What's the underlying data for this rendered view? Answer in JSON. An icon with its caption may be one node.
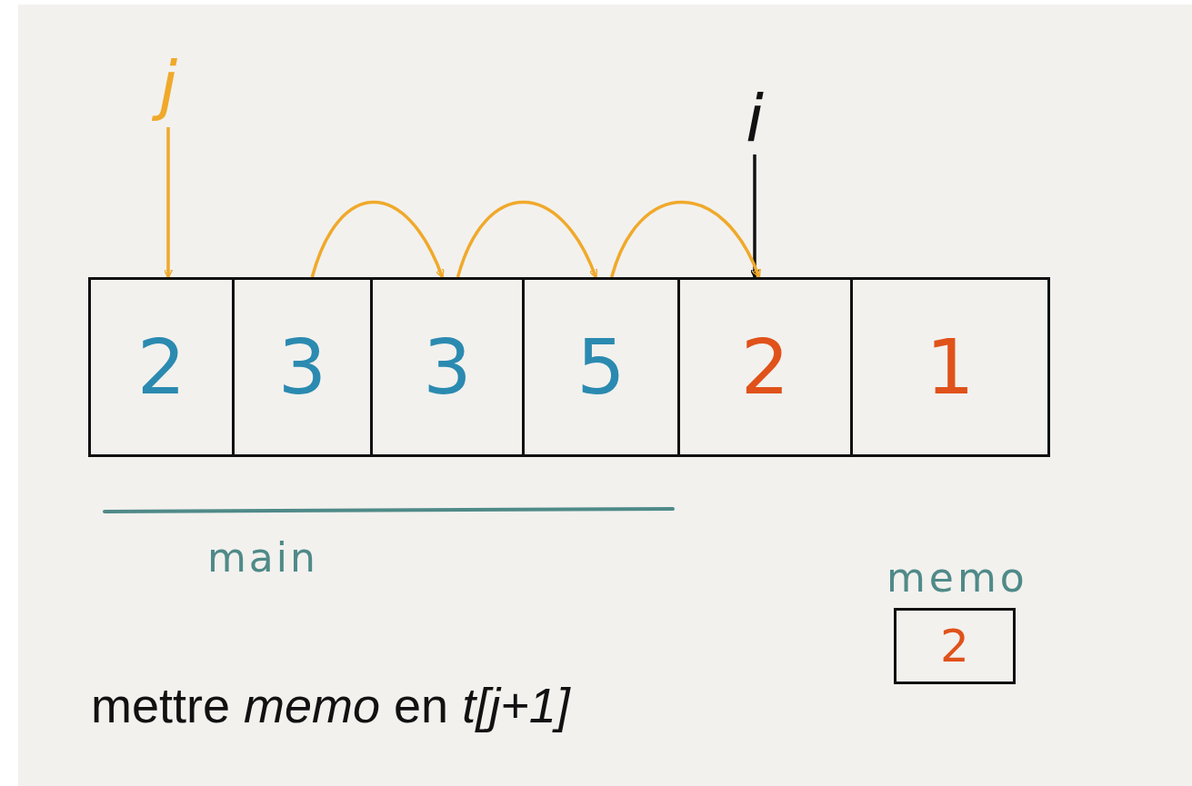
{
  "diagram": {
    "nodes": [
      {
        "text": [
          "2"
        ]
      },
      {
        "text": [
          "3"
        ]
      },
      {
        "text": [
          "3"
        ]
      },
      {
        "text": [
          "5"
        ]
      },
      {
        "text": [
          "2"
        ]
      },
      {
        "text": [
          "1"
        ]
      },
      {
        "text": [
          "j"
        ]
      },
      {
        "text": [
          "i"
        ]
      },
      {
        "text": [
          "memo",
          "2"
        ]
      }
    ],
    "edges": [
      {
        "from": 6,
        "to": 0,
        "arrow": "to"
      },
      {
        "from": 7,
        "to": 4,
        "arrow": "to",
        "color": "#111111"
      },
      {
        "from": 1,
        "to": 2,
        "arrow": "to"
      },
      {
        "from": 2,
        "to": 3,
        "arrow": "to"
      },
      {
        "from": 3,
        "to": 4,
        "arrow": "to"
      }
    ],
    "labels": [
      "main",
      "mettre *memo* en *t[j+1]*"
    ]
  }
}
